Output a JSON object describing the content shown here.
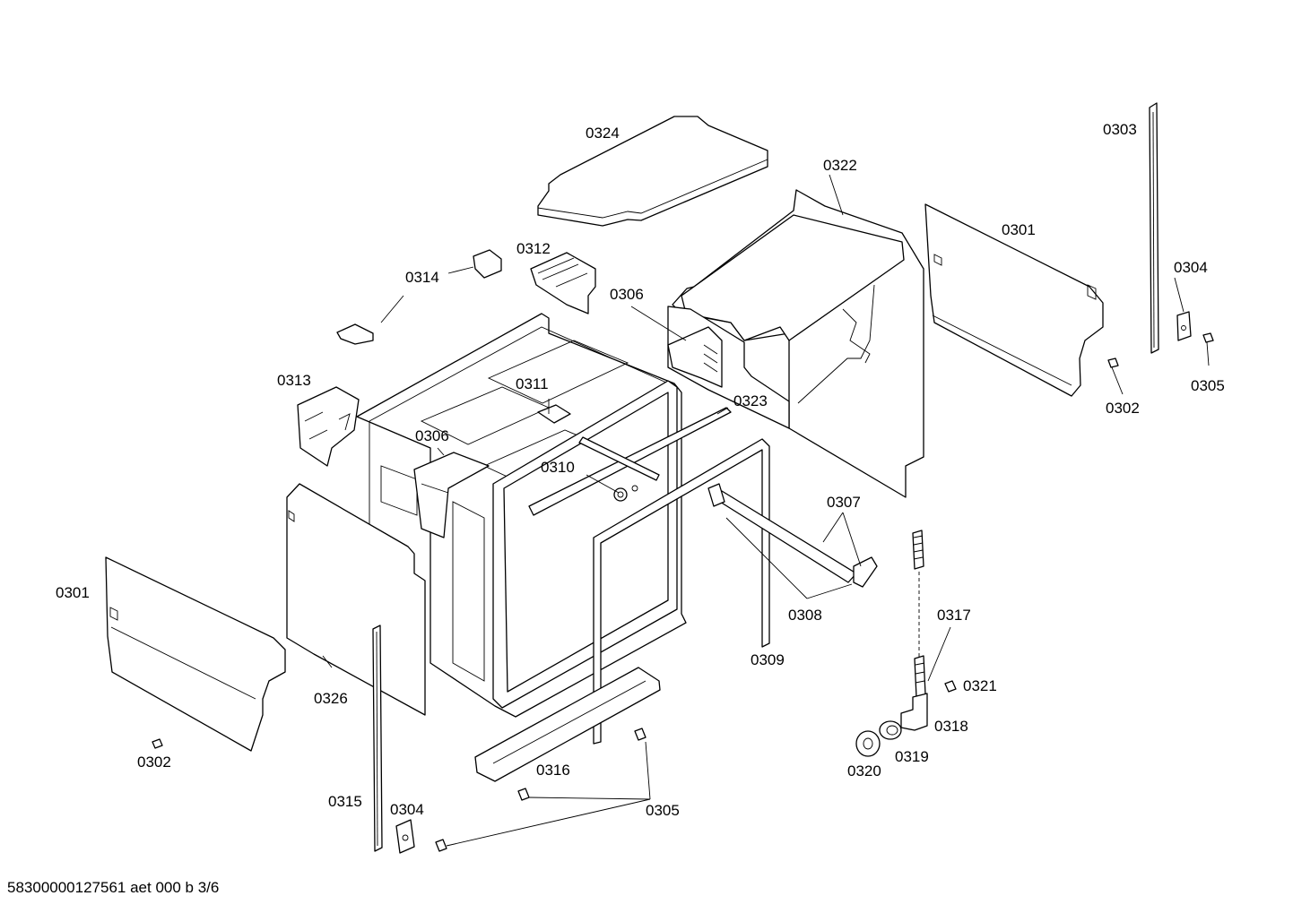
{
  "footer": {
    "doc_code": "58300000127561 aet 000 b 3/6"
  },
  "labels": {
    "p0324": "0324",
    "p0322": "0322",
    "p0303": "0303",
    "p0301_top": "0301",
    "p0304_top": "0304",
    "p0305_top": "0305",
    "p0302_top": "0302",
    "p0312": "0312",
    "p0314": "0314",
    "p0306_top": "0306",
    "p0313": "0313",
    "p0311": "0311",
    "p0323": "0323",
    "p0306_mid": "0306",
    "p0310": "0310",
    "p0307": "0307",
    "p0308": "0308",
    "p0309": "0309",
    "p0317": "0317",
    "p0321": "0321",
    "p0318": "0318",
    "p0319": "0319",
    "p0320": "0320",
    "p0301_left": "0301",
    "p0326": "0326",
    "p0302_left": "0302",
    "p0316": "0316",
    "p0315": "0315",
    "p0304_bottom": "0304",
    "p0305_bottom": "0305"
  }
}
